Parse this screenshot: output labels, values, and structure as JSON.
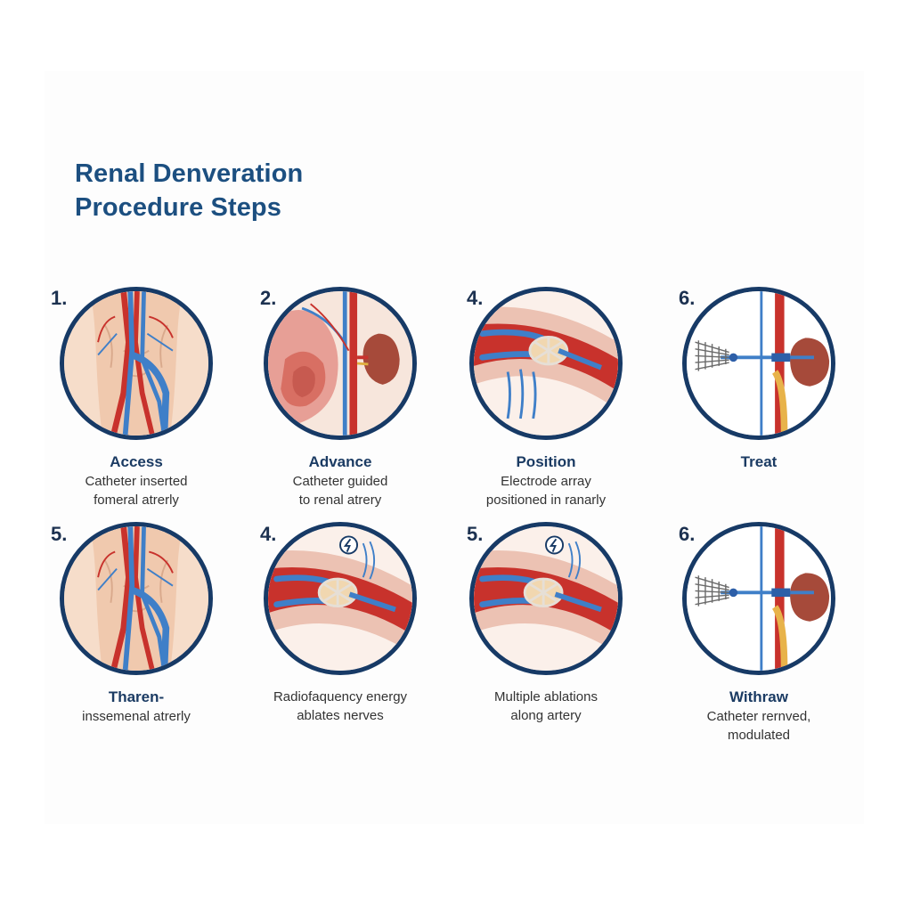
{
  "title": {
    "line1": "Renal Denveration",
    "line2": "Procedure Steps"
  },
  "steps": [
    {
      "number": "1.",
      "heading": "Access",
      "desc1": "Catheter inserted",
      "desc2": "fomeral atrerly",
      "scene": "torso-icon"
    },
    {
      "number": "2.",
      "heading": "Advance",
      "desc1": "Catheter guided",
      "desc2": "to renal atrery",
      "scene": "kidney-anatomy-icon"
    },
    {
      "number": "4.",
      "heading": "Position",
      "desc1": "Electrode array",
      "desc2": "positioned in ranarly",
      "scene": "artery-electrode-icon"
    },
    {
      "number": "6.",
      "heading": "Treat",
      "desc1": "",
      "desc2": "",
      "scene": "catheter-kidney-icon"
    },
    {
      "number": "5.",
      "heading": "Tharen-",
      "desc1": "inssemenal atrerly",
      "desc2": "",
      "scene": "torso-icon"
    },
    {
      "number": "4.",
      "heading": "",
      "desc1": "Radiofaquency energy",
      "desc2": "ablates nerves",
      "scene": "artery-ablation-icon"
    },
    {
      "number": "5.",
      "heading": "",
      "desc1": "Multiple ablations",
      "desc2": "along artery",
      "scene": "artery-ablation-icon"
    },
    {
      "number": "6.",
      "heading": "Withraw",
      "desc1": "Catheter rernved,",
      "desc2": "modulated",
      "scene": "catheter-kidney-icon"
    }
  ],
  "colors": {
    "title": "#1c4f80",
    "ring": "#173a66",
    "artery": "#c8322c",
    "vein": "#3f7fc8",
    "kidney": "#a64a3a",
    "skin": "#f4d3bd"
  }
}
